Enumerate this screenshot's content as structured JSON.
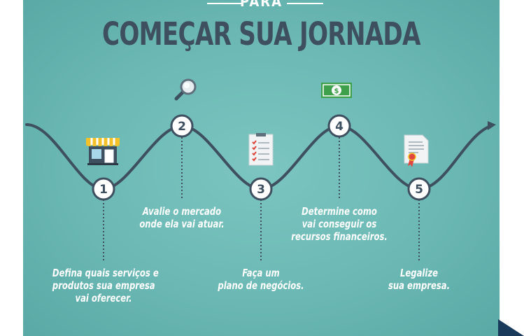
{
  "header": {
    "pretitle": "PARA",
    "title": "COMEÇAR SUA JORNADA"
  },
  "steps": [
    {
      "number": "1",
      "icon": "storefront-icon",
      "lines": [
        "Defina quais serviços e",
        "produtos sua empresa",
        "vai oferecer."
      ]
    },
    {
      "number": "2",
      "icon": "magnifying-glass-icon",
      "lines": [
        "Avalie o mercado",
        "onde ela vai atuar."
      ]
    },
    {
      "number": "3",
      "icon": "checklist-clipboard-icon",
      "lines": [
        "Faça um",
        "plano de negócios."
      ]
    },
    {
      "number": "4",
      "icon": "dollar-bill-icon",
      "lines": [
        "Determine como",
        "vai conseguir os",
        "recursos financeiros."
      ]
    },
    {
      "number": "5",
      "icon": "certificate-document-icon",
      "lines": [
        "Legalize",
        "sua empresa."
      ]
    }
  ],
  "colors": {
    "background": "#6bb8b4",
    "title": "#3e5060",
    "path": "#3e5060",
    "text": "#ffffff",
    "corner": "#1a3a5c"
  }
}
